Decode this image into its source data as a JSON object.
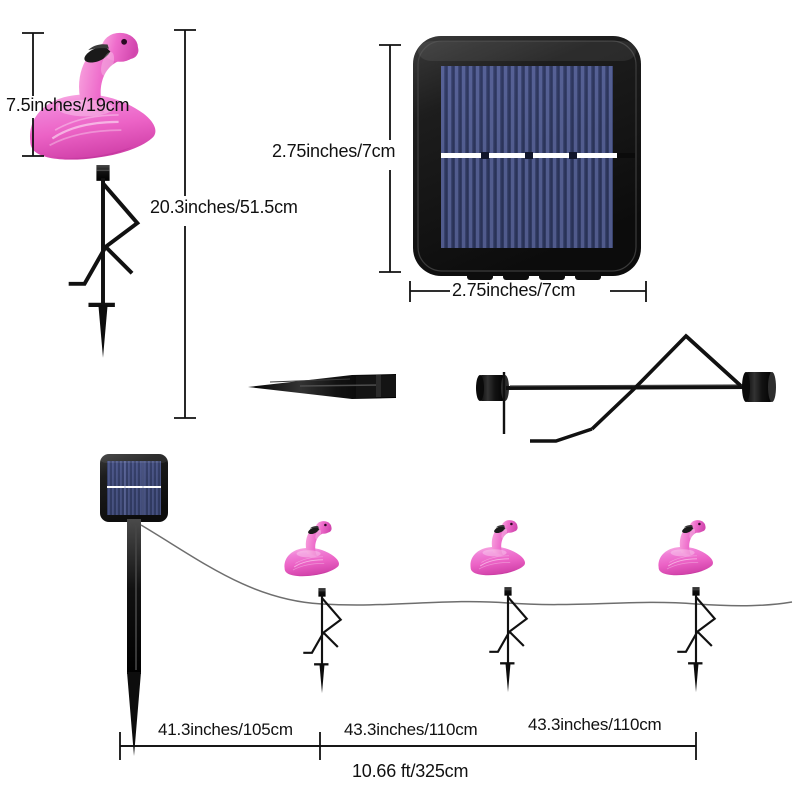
{
  "figure": {
    "background_color": "#ffffff",
    "line_color": "#111111",
    "flamingo_color": "#ee63c8",
    "flamingo_highlight": "#fbb8e6",
    "flamingo_shadow": "#c93ca6",
    "beak_color": "#1a1a1a",
    "hardware_color": "#141414",
    "panel_cell_color": "#36406b",
    "panel_frame_color": "#1b1b1b",
    "wire_color": "#6e6e6e"
  },
  "dimensions": {
    "flamingo_body_height": "7.5inches/19cm",
    "flamingo_total_height": "20.3inches/51.5cm",
    "panel_height": "2.75inches/7cm",
    "panel_width": "2.75inches/7cm",
    "spacing_first": "41.3inches/105cm",
    "spacing_second": "43.3inches/110cm",
    "spacing_third": "43.3inches/110cm",
    "total_length": "10.66 ft/325cm"
  },
  "parts": {
    "flamingo_topper": "flamingo-ornament",
    "solar_panel": "solar-panel-module",
    "ground_stake": "ground-stake",
    "leg_frame": "flamingo-leg-frame",
    "string_wire": "connecting-wire"
  },
  "string_layout": {
    "panel_stake_count": 1,
    "flamingo_stake_count": 3,
    "segments": [
      "41.3inches/105cm",
      "43.3inches/110cm",
      "43.3inches/110cm"
    ]
  }
}
